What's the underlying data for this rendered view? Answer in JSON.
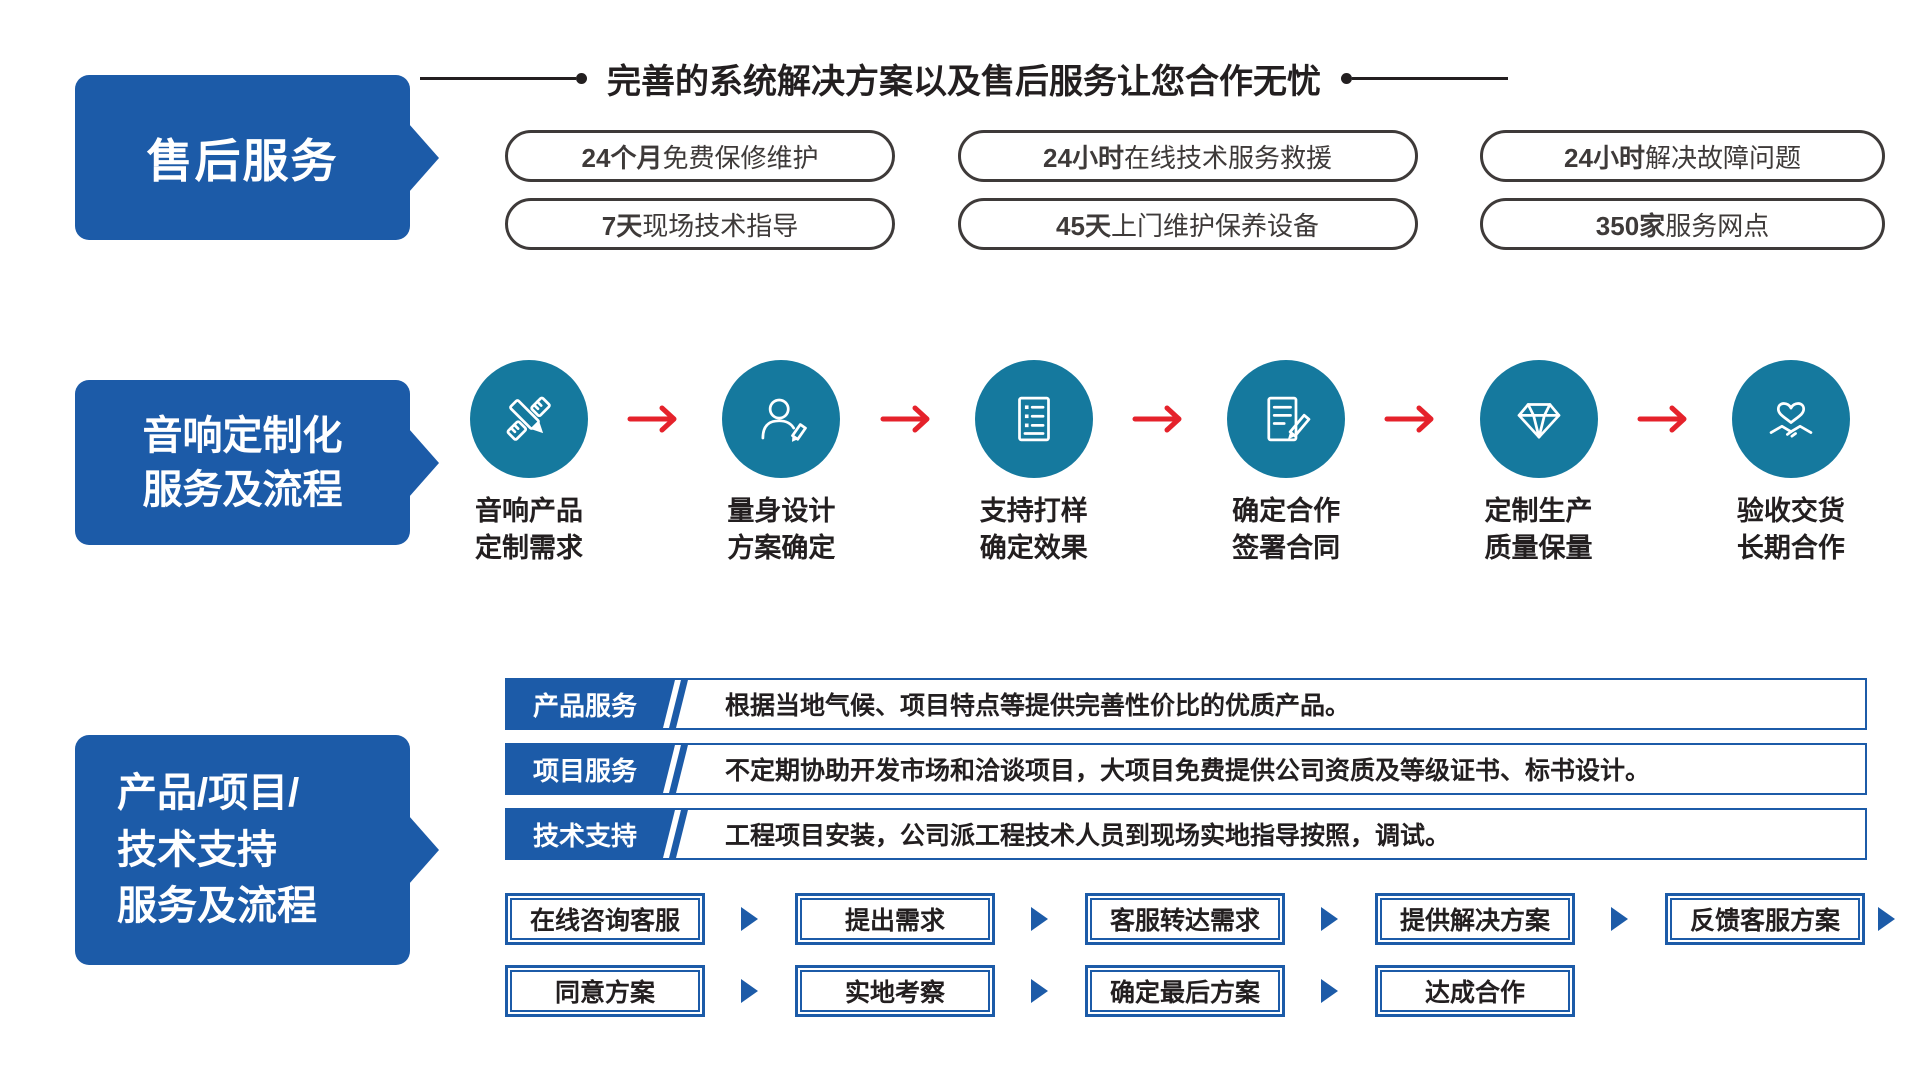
{
  "colors": {
    "primary_blue": "#1c5ba8",
    "circle_teal": "#15799e",
    "arrow_red": "#e5222b",
    "badge_border": "#3e3a39",
    "text_dark": "#231f20"
  },
  "after_sales": {
    "box_title": "售后服务",
    "headline": "完善的系统解决方案以及售后服务让您合作无忧",
    "badges": [
      {
        "strong": "24个月",
        "rest": "免费保修维护"
      },
      {
        "strong": "24小时",
        "rest": "在线技术服务救援"
      },
      {
        "strong": "24小时",
        "rest": "解决故障问题"
      },
      {
        "strong": "7天",
        "rest": "现场技术指导"
      },
      {
        "strong": "45天",
        "rest": "上门维护保养设备"
      },
      {
        "strong": "350家",
        "rest": "服务网点"
      }
    ]
  },
  "customization": {
    "box_title_line1": "音响定制化",
    "box_title_line2": "服务及流程",
    "steps": [
      {
        "icon": "design-tools-icon",
        "line1": "音响产品",
        "line2": "定制需求"
      },
      {
        "icon": "designer-person-icon",
        "line1": "量身设计",
        "line2": "方案确定"
      },
      {
        "icon": "sample-document-icon",
        "line1": "支持打样",
        "line2": "确定效果"
      },
      {
        "icon": "contract-signing-icon",
        "line1": "确定合作",
        "line2": "签署合同"
      },
      {
        "icon": "diamond-icon",
        "line1": "定制生产",
        "line2": "质量保量"
      },
      {
        "icon": "handshake-icon",
        "line1": "验收交货",
        "line2": "长期合作"
      }
    ]
  },
  "support": {
    "box_title_line1": "产品/项目/",
    "box_title_line2": "技术支持",
    "box_title_line3": "服务及流程",
    "services": [
      {
        "label": "产品服务",
        "desc": "根据当地气候、项目特点等提供完善性价比的优质产品。"
      },
      {
        "label": "项目服务",
        "desc": "不定期协助开发市场和洽谈项目，大项目免费提供公司资质及等级证书、标书设计。"
      },
      {
        "label": "技术支持",
        "desc": "工程项目安装，公司派工程技术人员到现场实地指导按照，调试。"
      }
    ],
    "flow_row1": [
      "在线咨询客服",
      "提出需求",
      "客服转达需求",
      "提供解决方案",
      "反馈客服方案"
    ],
    "flow_row2": [
      "同意方案",
      "实地考察",
      "确定最后方案",
      "达成合作"
    ]
  }
}
